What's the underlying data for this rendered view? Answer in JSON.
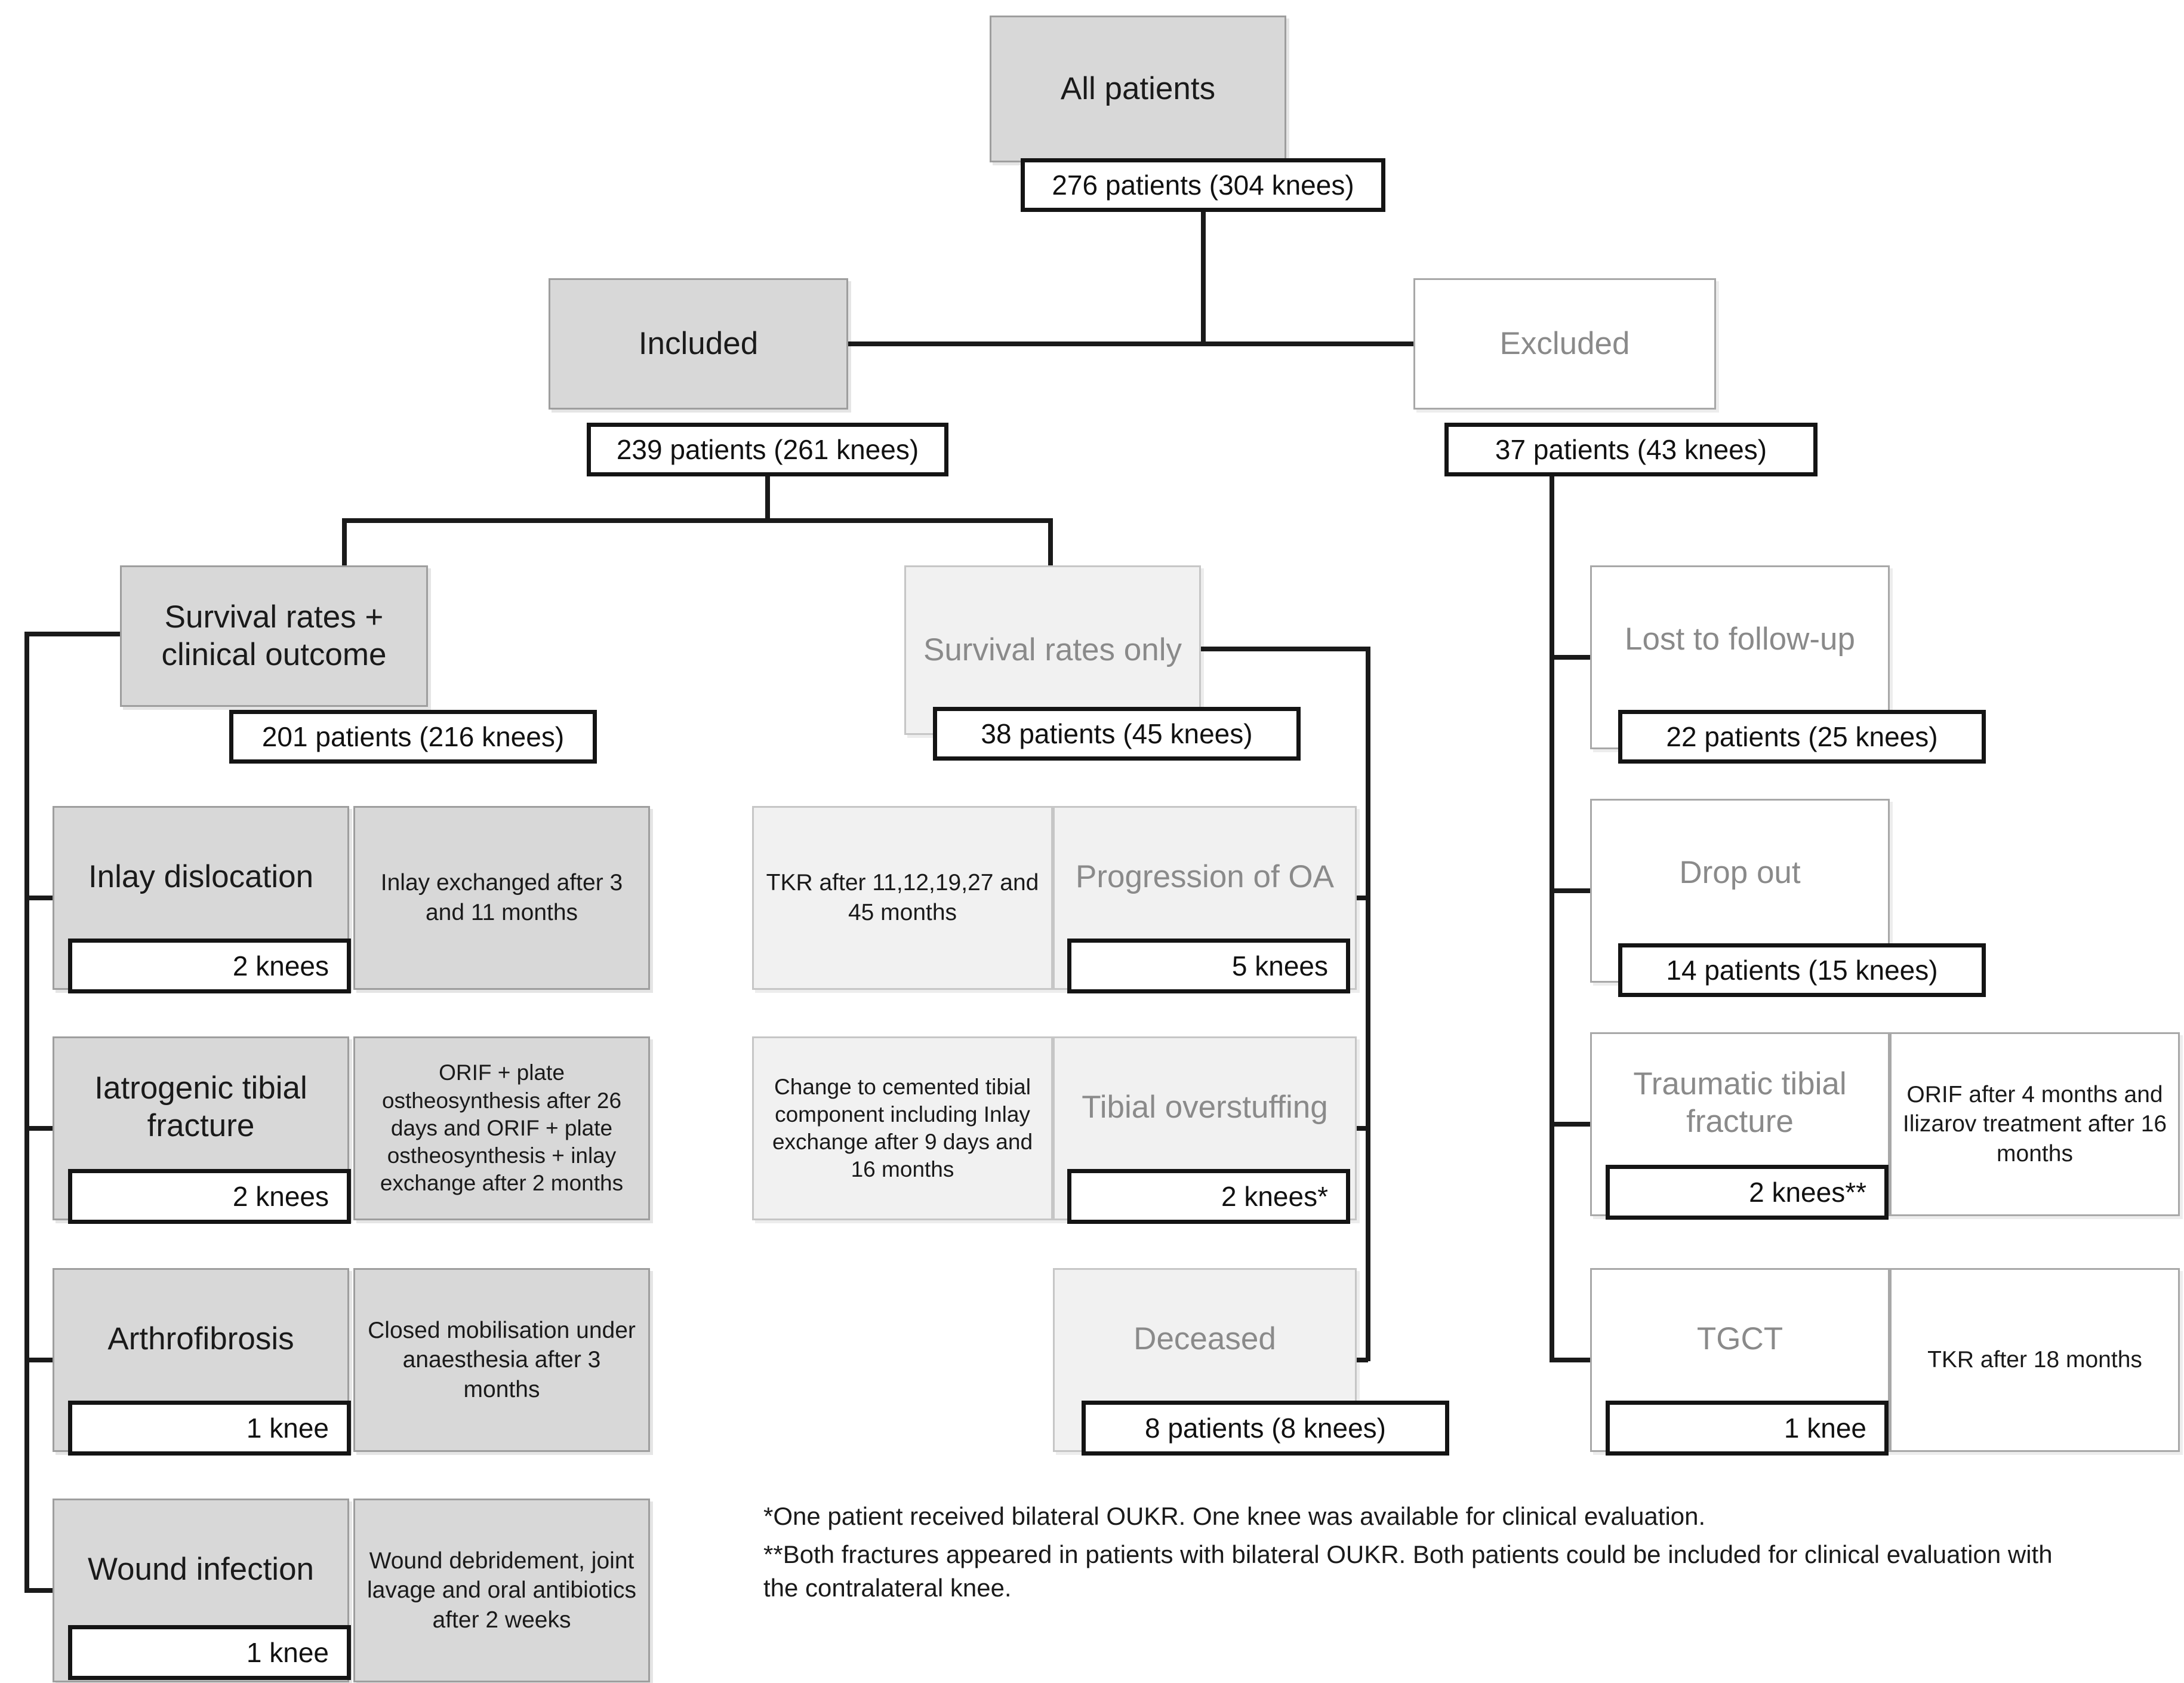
{
  "flow": {
    "root": {
      "label": "All patients",
      "count": "276 patients (304 knees)"
    },
    "included": {
      "label": "Included",
      "count": "239 patients (261 knees)"
    },
    "excluded": {
      "label": "Excluded",
      "count": "37 patients (43 knees)"
    },
    "surv_clinical": {
      "label": "Survival rates + clinical outcome",
      "count": "201 patients (216 knees)"
    },
    "surv_only": {
      "label": "Survival rates only",
      "count": "38 patients (45 knees)"
    },
    "left": [
      {
        "label": "Inlay dislocation",
        "count": "2 knees",
        "desc": "Inlay exchanged after 3 and 11 months"
      },
      {
        "label": "Iatrogenic tibial fracture",
        "count": "2 knees",
        "desc": "ORIF + plate ostheosynthesis after 26 days and ORIF + plate ostheosynthesis + inlay exchange after 2 months"
      },
      {
        "label": "Arthrofibrosis",
        "count": "1 knee",
        "desc": "Closed mobilisation under anaesthesia after 3 months"
      },
      {
        "label": "Wound infection",
        "count": "1 knee",
        "desc": "Wound debridement, joint lavage and oral antibiotics after 2 weeks"
      }
    ],
    "middle": [
      {
        "label": "Progression of OA",
        "count": "5 knees",
        "desc": "TKR after 11,12,19,27 and 45 months"
      },
      {
        "label": "Tibial overstuffing",
        "count": "2 knees*",
        "desc": "Change to cemented tibial component including Inlay exchange after 9 days and 16 months"
      },
      {
        "label": "Deceased",
        "count": "8 patients (8 knees)"
      }
    ],
    "right": [
      {
        "label": "Lost to follow-up",
        "count": "22 patients (25 knees)"
      },
      {
        "label": "Drop out",
        "count": "14 patients (15 knees)"
      },
      {
        "label": "Traumatic tibial fracture",
        "count": "2 knees**",
        "desc": "ORIF after 4 months and Ilizarov treatment after 16 months"
      },
      {
        "label": "TGCT",
        "count": "1 knee",
        "desc": "TKR after 18 months"
      }
    ],
    "footnotes": [
      "*One patient received bilateral OUKR. One knee was available for clinical evaluation.",
      "**Both fractures appeared in patients with bilateral OUKR. Both patients could be included for clinical evaluation with the contralateral knee."
    ],
    "colors": {
      "gray_fill": "#d8d8d8",
      "light_fill": "#f1f1f1",
      "white_fill": "#ffffff",
      "gray_text": "#8a8a8a",
      "line": "#1a1a1a"
    }
  }
}
